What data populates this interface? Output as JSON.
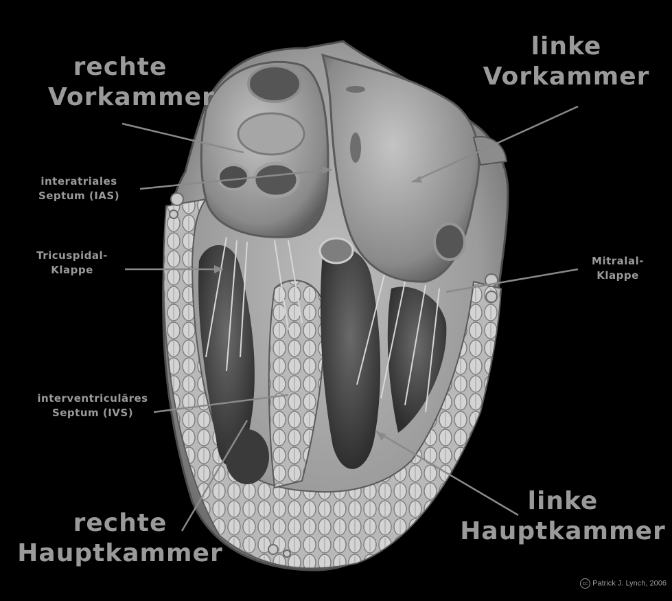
{
  "labels": {
    "right_atrium": [
      "rechte",
      "Vorkammer"
    ],
    "left_atrium": [
      "linke",
      "Vorkammer"
    ],
    "ias": [
      "interatriales",
      "Septum (IAS)"
    ],
    "tricuspid": [
      "Tricuspidal-",
      "Klappe"
    ],
    "mitral": [
      "Mitralal-",
      "Klappe"
    ],
    "ivs": [
      "interventriculäres",
      "Septum (IVS)"
    ],
    "right_ventricle": [
      "rechte",
      "Hauptkammer"
    ],
    "left_ventricle": [
      "linke",
      "Hauptkammer"
    ]
  },
  "credit": "Patrick J. Lynch, 2006",
  "credit_symbol": "cc",
  "colors": {
    "background": "#000000",
    "label": "#9a9a9a",
    "pointer": "#8a8a8a"
  }
}
